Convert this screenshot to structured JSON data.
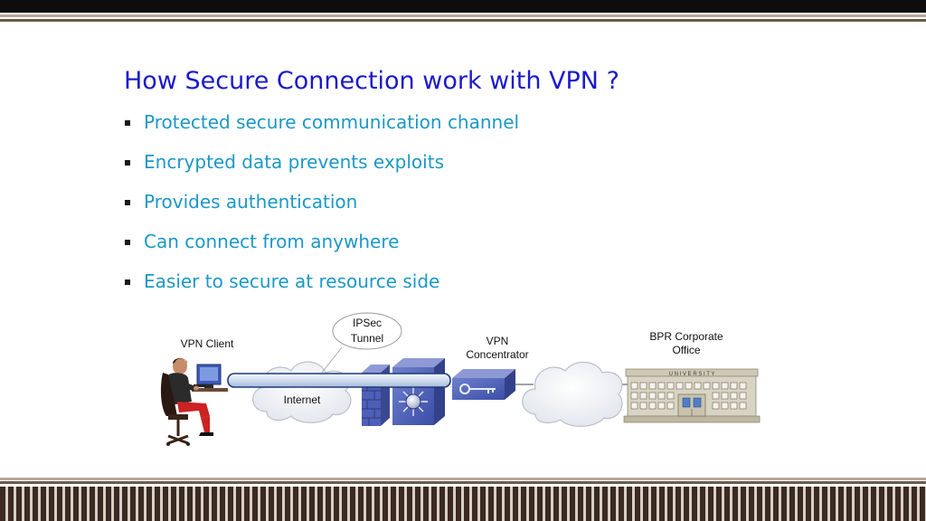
{
  "slide": {
    "title": "How Secure Connection work with VPN ?",
    "bullets": [
      "Protected secure communication channel",
      "Encrypted data prevents exploits",
      "Provides authentication",
      "Can connect from anywhere",
      "Easier to secure at resource side"
    ]
  },
  "diagram": {
    "vpn_client_label": "VPN Client",
    "ipsec_line1": "IPSec",
    "ipsec_line2": "Tunnel",
    "internet_label": "Internet",
    "concentrator_line1": "VPN",
    "concentrator_line2": "Concentrator",
    "office_line1": "BPR Corporate",
    "office_line2": "Office",
    "university_sign": "U N I V E R S I T Y"
  },
  "colors": {
    "title": "#1a1acc",
    "bullet_text": "#1b98c7",
    "device_blue": "#4a5cb5",
    "tunnel_fill": "#dde8f5",
    "cloud_fill": "#f2f4f8",
    "building": "#d8d4c4"
  }
}
